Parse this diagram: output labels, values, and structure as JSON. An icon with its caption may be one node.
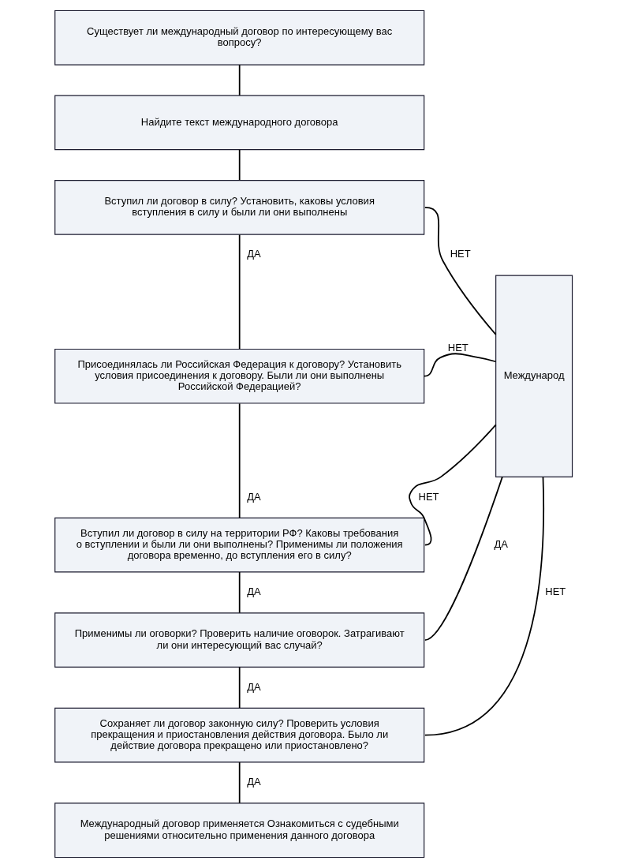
{
  "diagram": {
    "nodes": [
      {
        "text": [
          "Существует ли международный договор по интересующему вас вопросу?"
        ]
      },
      {
        "text": [
          "Найдите текст международного договора"
        ]
      },
      {
        "text": [
          "Вступил ли договор в силу? Установить, каковы условия вступления в силу и были ли они выполнены"
        ]
      },
      {
        "text": [
          "Присоединялась ли Российская Федерация к договору? Установить условия присоединения к договору. Были ли они выполнены Российской Федерацией?"
        ]
      },
      {
        "text": [
          "Вступил ли договор в силу на территории РФ? Каковы требования о вступлении и были ли они выполнены? Применимы ли положения договора временно, до вступления его в силу?"
        ]
      },
      {
        "text": [
          "Применимы ли оговорки? Проверить наличие оговорок. Затрагивают ли они интересующий вас случай?"
        ]
      },
      {
        "text": [
          "Сохраняет ли договор законную силу? Проверить условия прекращения и приостановления действия договора. Было ли действие договора прекращено или приостановлено?"
        ]
      },
      {
        "text": [
          "Международный договор применяется Ознакомиться с судебными решениями относительно применения данного договора"
        ]
      },
      {
        "text": [
          "Международ"
        ]
      }
    ],
    "edges": [
      {
        "from": 0,
        "to": 1,
        "arrow": "none"
      },
      {
        "from": 1,
        "to": 2,
        "arrow": "none"
      },
      {
        "from": 2,
        "to": 8,
        "arrow": "none",
        "label": "НЕТ"
      },
      {
        "from": 2,
        "to": 3,
        "arrow": "none",
        "label": "ДА"
      },
      {
        "from": 3,
        "to": 8,
        "arrow": "none",
        "label": "НЕТ"
      },
      {
        "from": 3,
        "to": 4,
        "arrow": "none",
        "label": "ДА"
      },
      {
        "from": 4,
        "to": 8,
        "arrow": "none",
        "label": "НЕТ"
      },
      {
        "from": 4,
        "to": 5,
        "arrow": "none",
        "label": "ДА"
      },
      {
        "from": 5,
        "to": 8,
        "arrow": "none",
        "label": "ДА"
      },
      {
        "from": 5,
        "to": 6,
        "arrow": "none",
        "label": "ДА"
      },
      {
        "from": 6,
        "to": 8,
        "arrow": "none",
        "label": "НЕТ"
      },
      {
        "from": 6,
        "to": 7,
        "arrow": "none",
        "label": "ДА"
      }
    ]
  }
}
